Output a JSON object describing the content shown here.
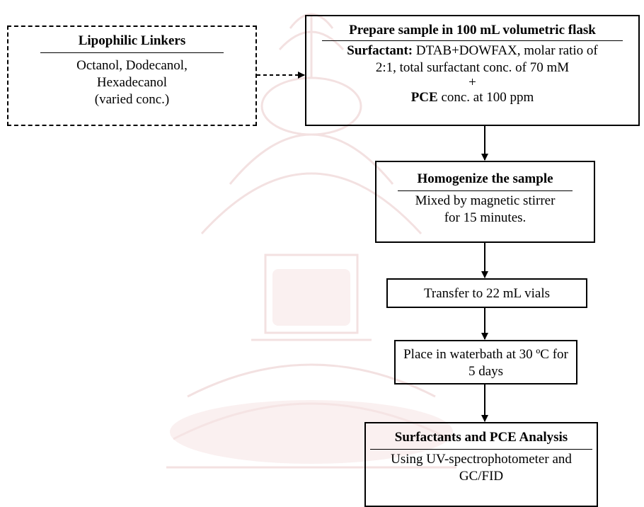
{
  "linkers": {
    "title": "Lipophilic Linkers",
    "line1": "Octanol, Dodecanol,",
    "line2": "Hexadecanol",
    "line3": "(varied conc.)"
  },
  "prepare": {
    "title": "Prepare sample in 100 mL volumetric flask",
    "surf_label": "Surfactant:",
    "surf_text": " DTAB+DOWFAX, molar ratio of",
    "line2": "2:1, total surfactant conc. of 70 mM",
    "plus": "+",
    "pce_label": "PCE",
    "pce_text": " conc. at 100 ppm"
  },
  "homogenize": {
    "title": "Homogenize the sample",
    "line1": "Mixed by magnetic stirrer",
    "line2": "for 15 minutes."
  },
  "transfer": {
    "text": "Transfer to 22 mL vials"
  },
  "waterbath": {
    "line1": "Place in waterbath at 30 ºC for",
    "line2": "5 days"
  },
  "analysis": {
    "title": "Surfactants and PCE Analysis",
    "line1": "Using UV-spectrophotometer and",
    "line2": "GC/FID"
  }
}
